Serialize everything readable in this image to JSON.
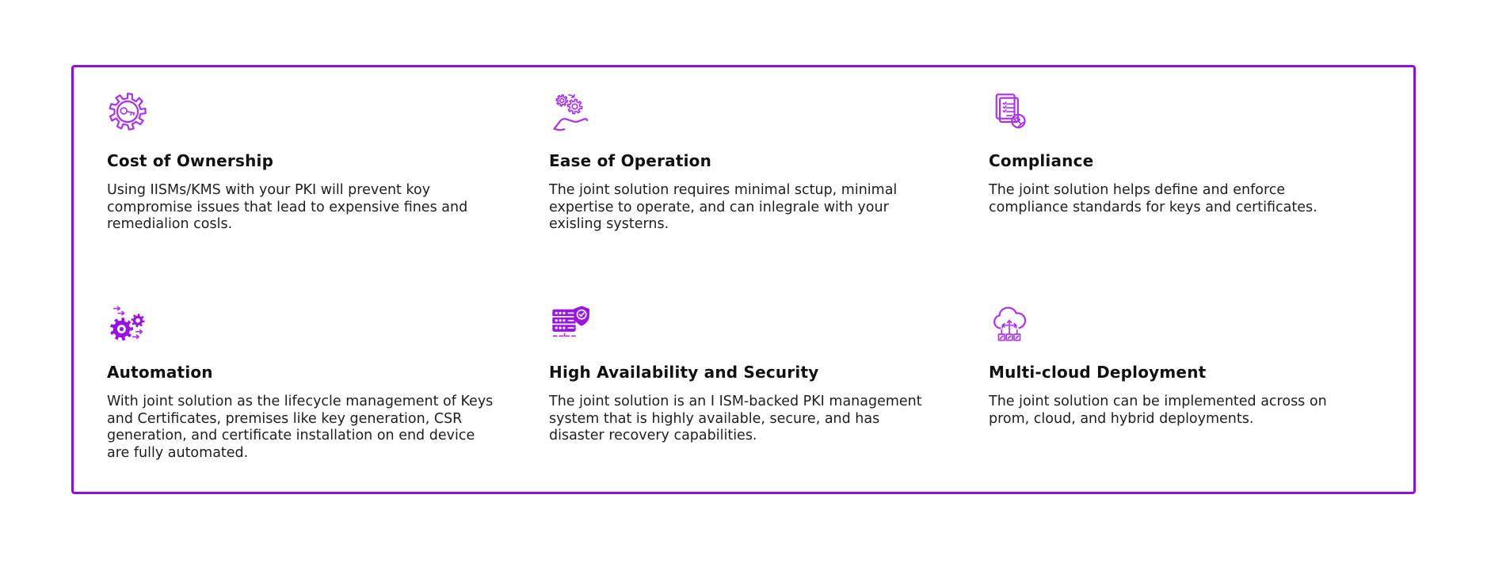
{
  "theme": {
    "border_color": "#8a12e0",
    "icon_outline_color": "#ab2ff2",
    "icon_solid_color": "#9a12e8",
    "title_color": "#111111",
    "body_color": "#1e1e1e"
  },
  "cards": [
    {
      "icon": "gear-key-icon",
      "title": "Cost of Ownership",
      "body": "Using IISMs/KMS with your PKI will prevent koy compromise issues that lead to expensive fines and remedialion cosls."
    },
    {
      "icon": "hand-gears-icon",
      "title": "Ease of Operation",
      "body": "The joint solution requires minimal sctup, minimal expertise to operate, and can inlegrale with your exisling systerns."
    },
    {
      "icon": "compliance-document-icon",
      "title": "Compliance",
      "body": "The joint solution helps define and enforce compliance standards for keys and certificates."
    },
    {
      "icon": "automation-gears-icon",
      "title": "Automation",
      "body": "With joint solution as the lifecycle management of Keys and Certificates, premises like key generation, CSR generation, and certificate installation on end device are fully automated."
    },
    {
      "icon": "server-shield-icon",
      "title": "High Availability and Security",
      "body": "The joint solution is an I ISM-backed PKI management system that is highly available, secure, and has disaster recovery capabilities."
    },
    {
      "icon": "multi-cloud-icon",
      "title": "Multi-cloud Deployment",
      "body": "The joint solution can be implemented across on prom, cloud, and hybrid deployments."
    }
  ]
}
